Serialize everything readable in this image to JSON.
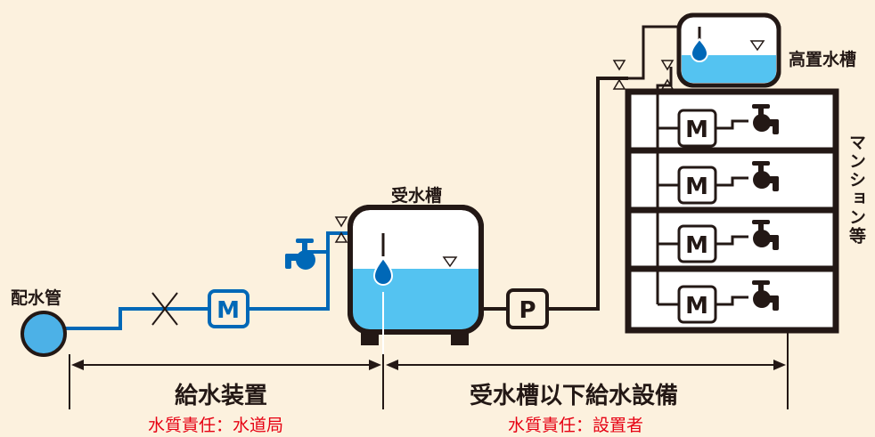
{
  "labels": {
    "main_pipe": "配水管",
    "receiving_tank": "受水槽",
    "elevated_tank": "高置水槽",
    "building": "マンション等",
    "section_supply": "給水装置",
    "section_tank": "受水槽以下給水設備",
    "responsibility_supply": "水質責任：水道局",
    "responsibility_tank": "水質責任：設置者"
  },
  "symbols": {
    "meter": "M",
    "pump": "P"
  },
  "colors": {
    "background": "#fcf1de",
    "line_dark": "#231815",
    "pipe_blue": "#0068b7",
    "water": "#54c3f1",
    "main_pipe_fill": "#4cb1e7",
    "responsibility_text": "#e60012"
  },
  "icons": [
    "faucet-icon",
    "water-drop-icon",
    "water-level-icon",
    "valve-icon"
  ]
}
